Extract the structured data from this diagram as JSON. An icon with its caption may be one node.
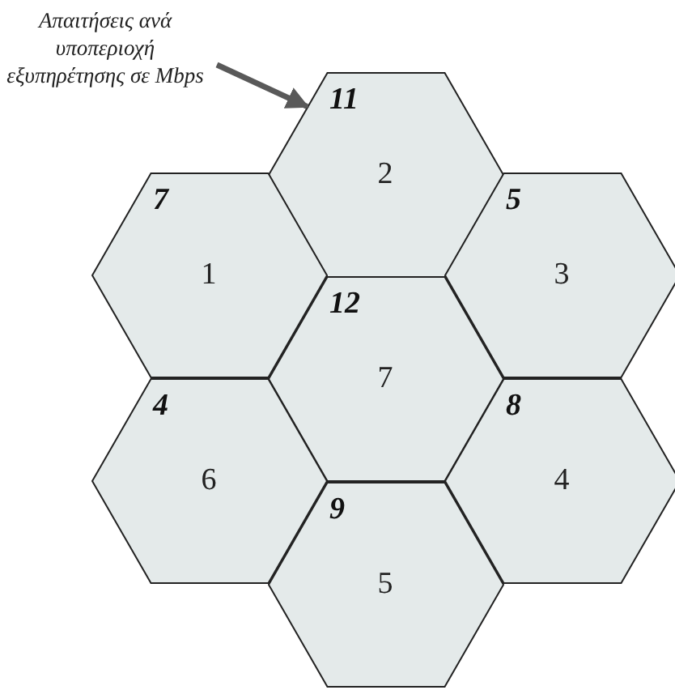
{
  "diagram": {
    "nodes": [
      {
        "text": [
          "Απαιτήσεις ανά υποπεριοχή εξυπηρέτησης σε Mbps"
        ]
      },
      {
        "text": [
          "11",
          "2"
        ]
      },
      {
        "text": [
          "7",
          "1"
        ]
      },
      {
        "text": [
          "5",
          "3"
        ]
      },
      {
        "text": [
          "12",
          "7"
        ]
      },
      {
        "text": [
          "4",
          "6"
        ]
      },
      {
        "text": [
          "8",
          "4"
        ]
      },
      {
        "text": [
          "9",
          "5"
        ]
      }
    ],
    "edges": [
      {
        "from": 0,
        "to": 1,
        "arrow": "to"
      }
    ]
  }
}
